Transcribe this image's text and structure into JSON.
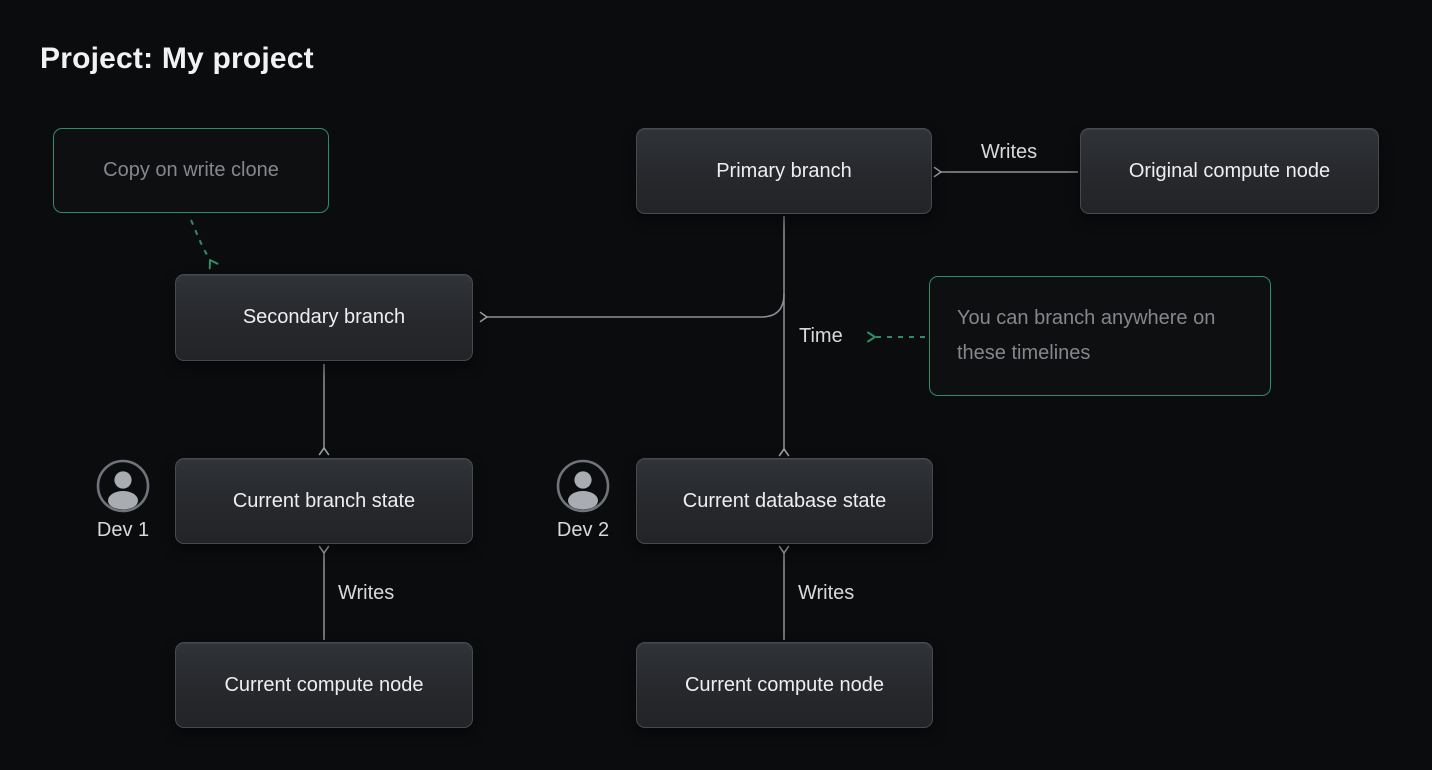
{
  "page": {
    "title": "Project: My project"
  },
  "nodes": {
    "copy_on_write": "Copy on write clone",
    "primary_branch": "Primary branch",
    "original_compute": "Original compute node",
    "secondary_branch": "Secondary branch",
    "branch_note": "You can branch anywhere on these timelines",
    "current_branch_state": "Current branch state",
    "current_database_state": "Current database state",
    "compute_left": "Current compute node",
    "compute_right": "Current compute node"
  },
  "labels": {
    "writes_top": "Writes",
    "writes_left": "Writes",
    "writes_right": "Writes",
    "time": "Time"
  },
  "actors": {
    "dev1": "Dev 1",
    "dev2": "Dev 2"
  },
  "colors": {
    "background": "#0b0c0e",
    "accent_green": "#2c8f63",
    "line_gray": "#8f9296",
    "node_fill_top": "#303338",
    "node_fill_bottom": "#222428",
    "node_border": "#46494e",
    "node_text": "#eceeef",
    "muted_text": "#84878c",
    "label_text": "#d7d9db"
  }
}
